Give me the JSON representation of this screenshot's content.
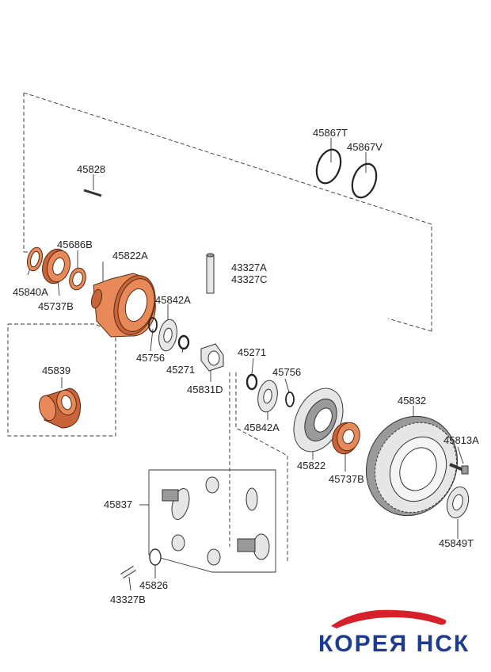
{
  "parts": {
    "p45867T": "45867T",
    "p45867V": "45867V",
    "p45828": "45828",
    "p45686B": "45686B",
    "p45822A": "45822A",
    "p43327A": "43327A",
    "p43327C": "43327C",
    "p45840A": "45840A",
    "p45737B_left": "45737B",
    "p45842A_upper": "45842A",
    "p45756_left": "45756",
    "p45271_left": "45271",
    "p45271_right": "45271",
    "p45756_right": "45756",
    "p45839": "45839",
    "p45831D": "45831D",
    "p45832": "45832",
    "p45842A_lower": "45842A",
    "p45813A": "45813A",
    "p45822": "45822",
    "p45737B_right": "45737B",
    "p45837": "45837",
    "p45849T": "45849T",
    "p45826": "45826",
    "p43327B": "43327B"
  },
  "watermark": {
    "text": "КОРЕЯ НСК",
    "accent_color": "#d8202a",
    "text_color": "#1d3c8f"
  },
  "colors": {
    "part_orange": "#e8895a",
    "line": "#333333"
  }
}
